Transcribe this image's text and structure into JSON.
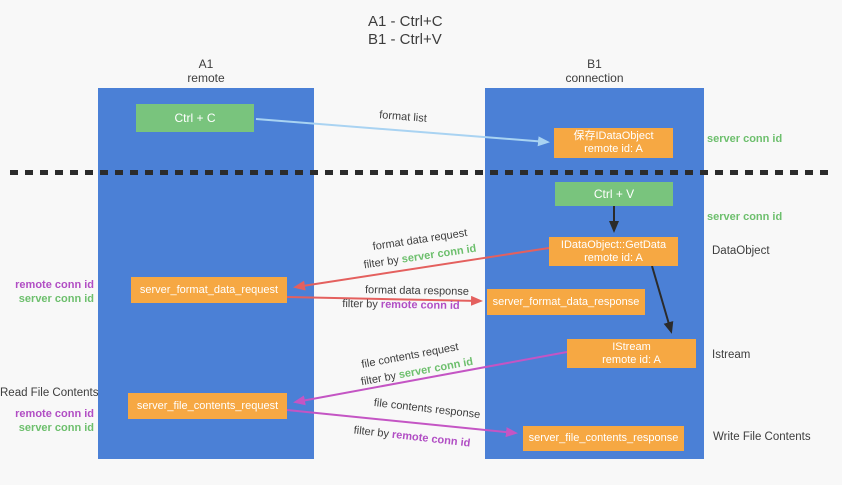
{
  "title": {
    "line1": "A1 - Ctrl+C",
    "line2": "B1 - Ctrl+V"
  },
  "columns": {
    "a1": {
      "name": "A1",
      "subtitle": "remote"
    },
    "b1": {
      "name": "B1",
      "subtitle": "connection"
    }
  },
  "nodes": {
    "ctrl_c": {
      "label": "Ctrl + C"
    },
    "ctrl_v": {
      "label": "Ctrl + V"
    },
    "save_dataobject": {
      "line1": "保存IDataObject",
      "line2": "remote id: A"
    },
    "getdata": {
      "line1": "IDataObject::GetData",
      "line2": "remote id: A"
    },
    "istream": {
      "line1": "IStream",
      "line2": "remote id: A"
    },
    "format_data_request": {
      "label": "server_format_data_request"
    },
    "format_data_response": {
      "label": "server_format_data_response"
    },
    "file_contents_request": {
      "label": "server_file_contents_request"
    },
    "file_contents_response": {
      "label": "server_file_contents_response"
    }
  },
  "arrow_labels": {
    "format_list": "format list",
    "format_data_request": "format data request",
    "format_data_response": "format data response",
    "file_contents_request": "file contents request",
    "file_contents_response": "file contents response",
    "filter_by": "filter by ",
    "server_conn_id": "server conn id",
    "remote_conn_id": "remote conn id"
  },
  "side_labels": {
    "server_conn_id": "server conn id",
    "remote_conn_id": "remote conn id",
    "dataobject": "DataObject",
    "istream": "Istream",
    "read_file_contents": "Read File Contents",
    "write_file_contents": "Write File Contents"
  },
  "colors": {
    "background": "#f8f8f8",
    "column_blue": "#4b80d6",
    "box_green": "#79c47d",
    "box_orange": "#f6a843",
    "box_text": "#ffffff",
    "text_dark": "#3d3d3d",
    "server_conn_green": "#6dbf6d",
    "remote_conn_purple": "#b14ec4",
    "arrow_blue": "#a9d3f2",
    "arrow_red": "#e4605e",
    "arrow_magenta": "#c455c4",
    "arrow_black": "#2b2b2b",
    "divider_black": "#2b2b2b"
  }
}
